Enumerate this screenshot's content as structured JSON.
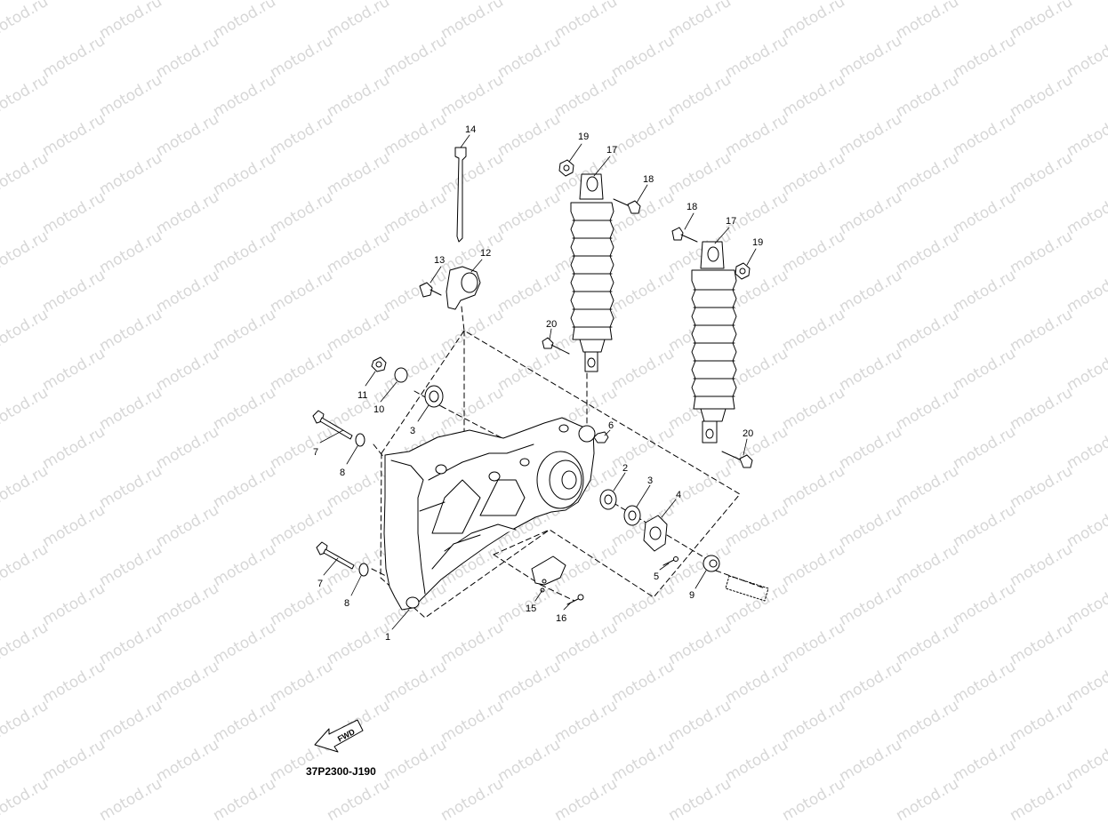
{
  "watermark": {
    "text": "motod.ru"
  },
  "diagram": {
    "code": "37P2300-J190",
    "fwd_label": "FWD",
    "callouts": [
      "1",
      "2",
      "3",
      "3",
      "4",
      "5",
      "6",
      "7",
      "7",
      "8",
      "8",
      "9",
      "10",
      "11",
      "12",
      "13",
      "14",
      "15",
      "16",
      "17",
      "17",
      "18",
      "18",
      "19",
      "19",
      "20",
      "20"
    ]
  }
}
